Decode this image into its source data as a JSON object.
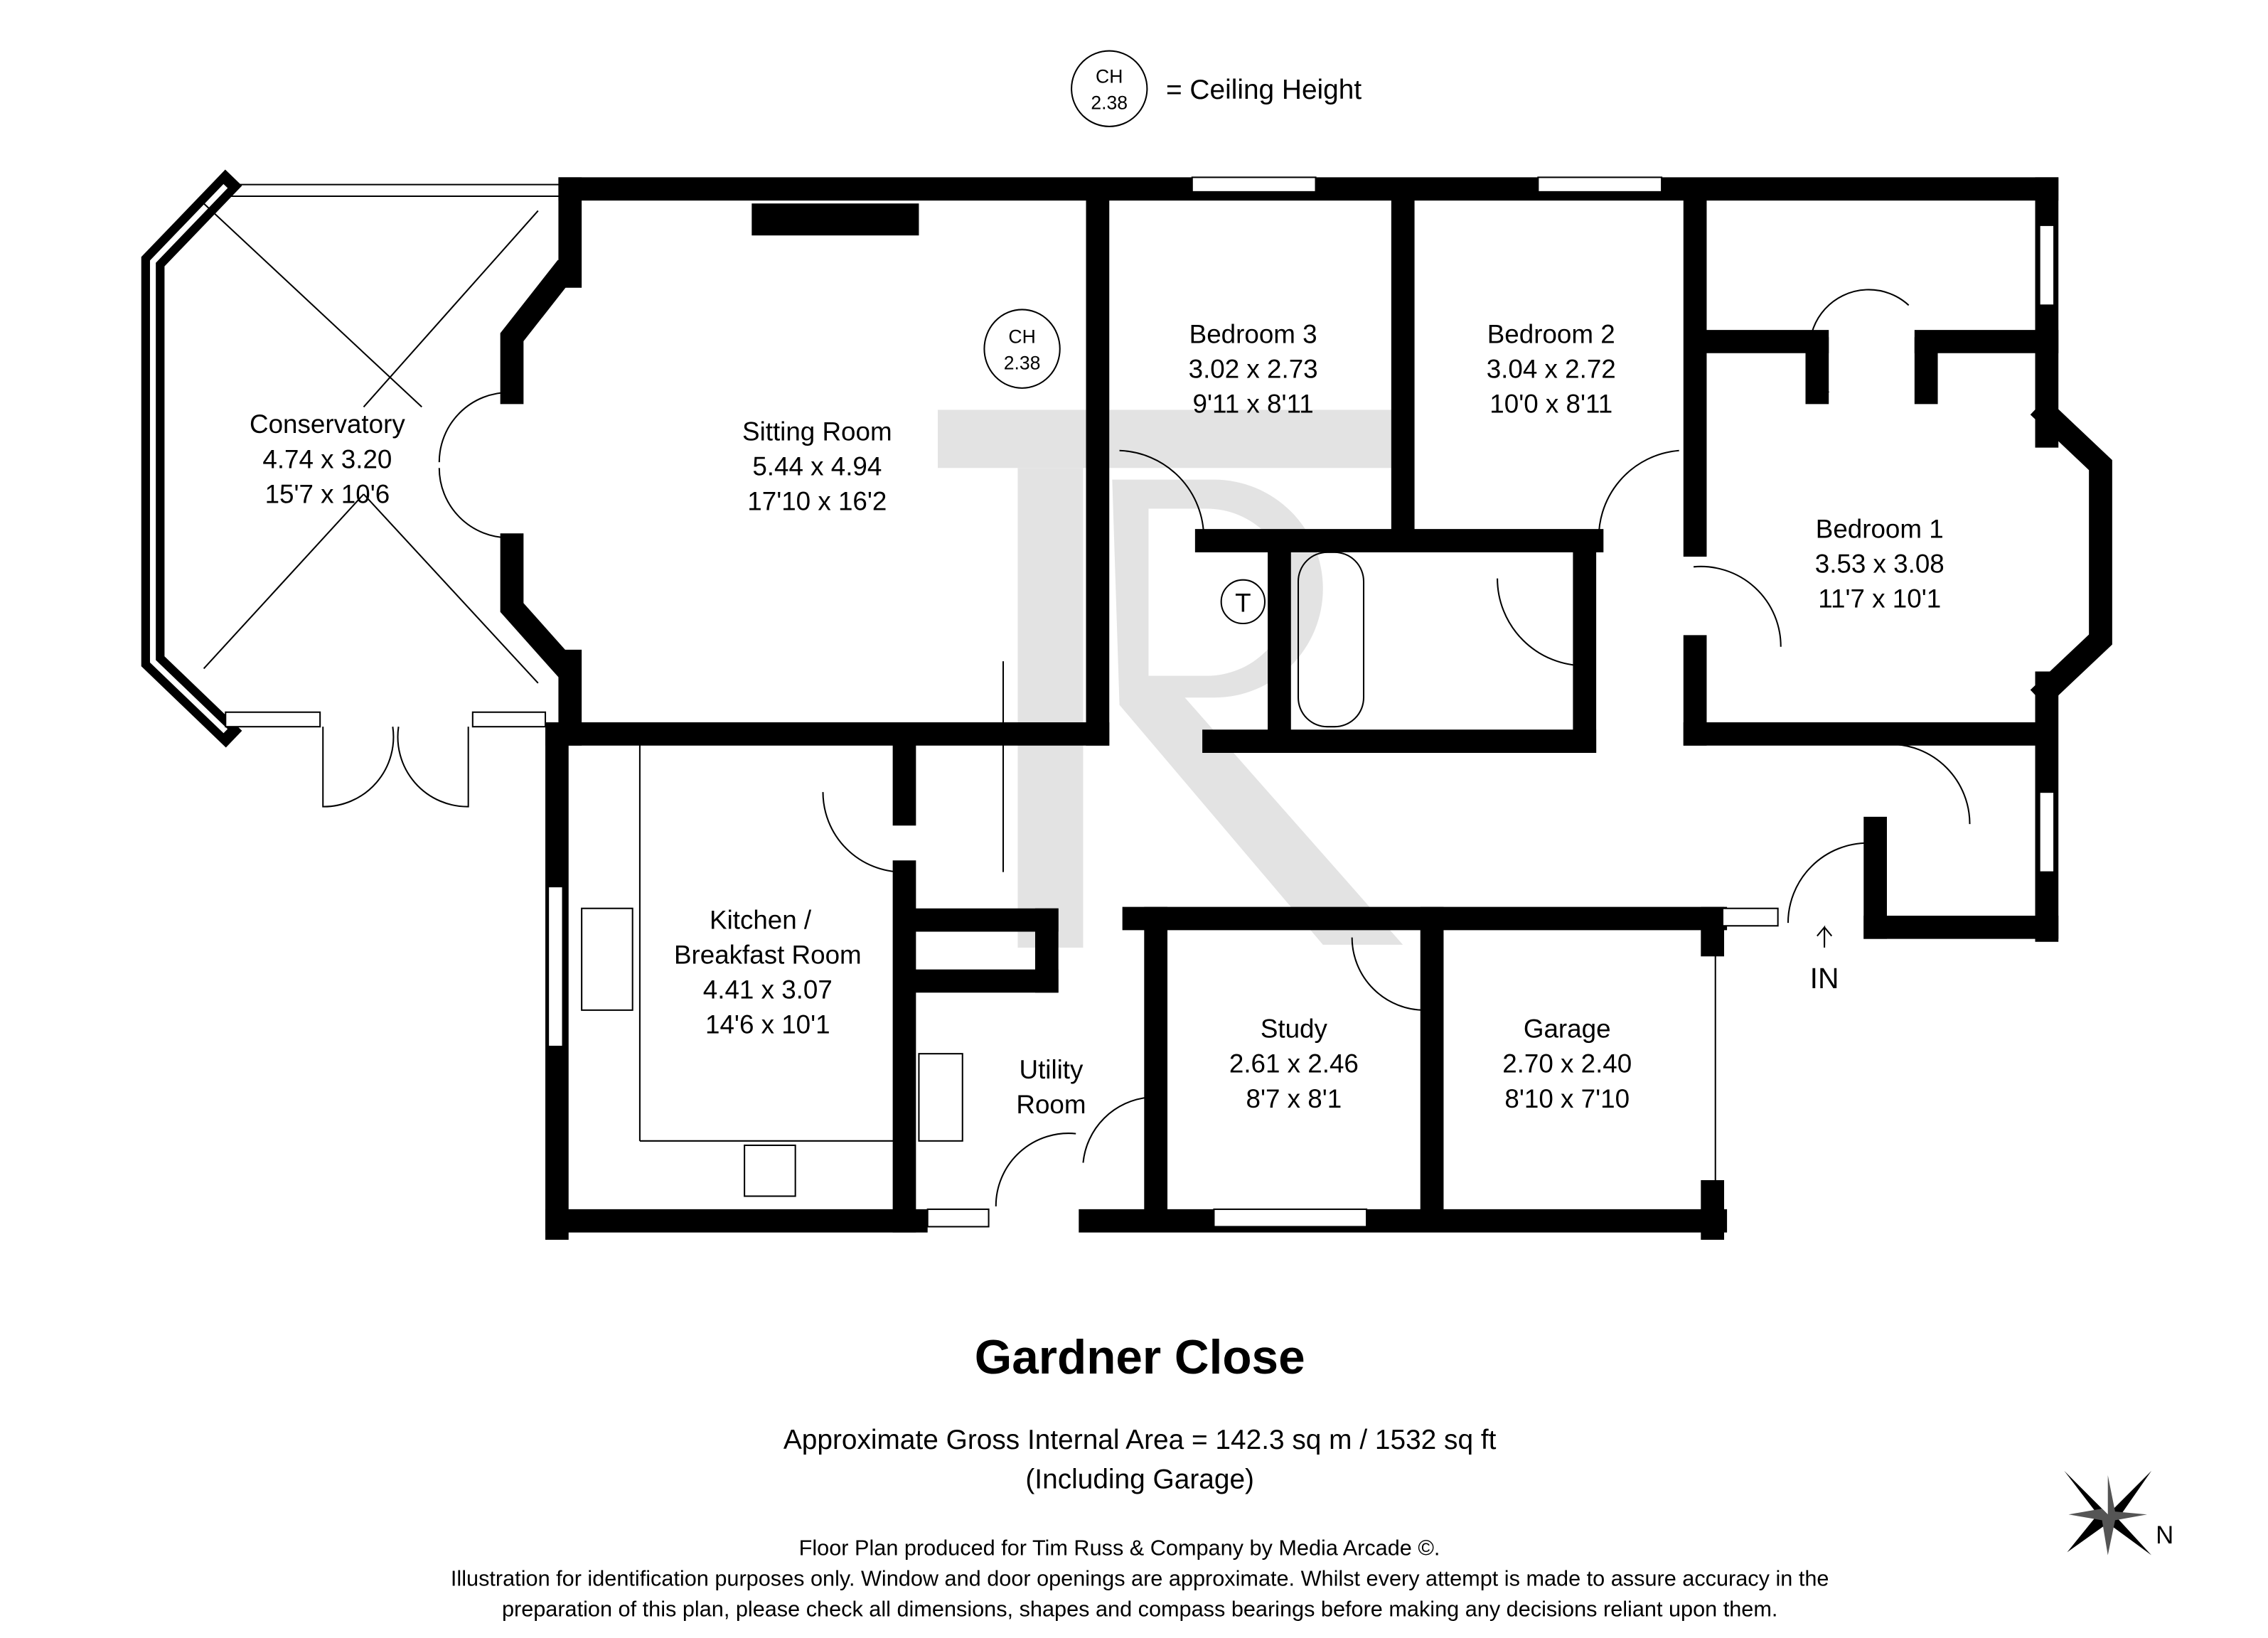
{
  "legend": {
    "ch_label": "CH",
    "ch_value": "2.38",
    "meaning": "= Ceiling Height"
  },
  "rooms": [
    {
      "name": "Conservatory",
      "metric": "4.74 x 3.20",
      "imperial": "15'7 x 10'6"
    },
    {
      "name": "Sitting Room",
      "metric": "5.44 x 4.94",
      "imperial": "17'10 x 16'2"
    },
    {
      "name": "Bedroom 3",
      "metric": "3.02 x 2.73",
      "imperial": "9'11 x 8'11"
    },
    {
      "name": "Bedroom 2",
      "metric": "3.04 x 2.72",
      "imperial": "10'0 x 8'11"
    },
    {
      "name": "Bedroom 1",
      "metric": "3.53 x 3.08",
      "imperial": "11'7 x 10'1"
    },
    {
      "name_line1": "Kitchen /",
      "name_line2": "Breakfast Room",
      "metric": "4.41 x 3.07",
      "imperial": "14'6 x 10'1"
    },
    {
      "name_line1": "Utility",
      "name_line2": "Room"
    },
    {
      "name": "Study",
      "metric": "2.61 x 2.46",
      "imperial": "8'7 x 8'1"
    },
    {
      "name": "Garage",
      "metric": "2.70 x 2.40",
      "imperial": "8'10 x 7'10"
    }
  ],
  "ceiling_marker": {
    "label": "CH",
    "value": "2.38"
  },
  "tank_marker": "T",
  "entrance": "IN",
  "title": "Gardner Close",
  "area": "Approximate Gross Internal Area = 142.3 sq m / 1532 sq ft",
  "area_note": "(Including Garage)",
  "credit": "Floor Plan produced for Tim Russ & Company by Media Arcade ©.",
  "disclaimer_line1": "Illustration for identification purposes only. Window and door openings are approximate. Whilst every attempt is made to assure accuracy in the",
  "disclaimer_line2": "preparation of this plan, please check all dimensions, shapes and compass bearings before making any decisions reliant upon them.",
  "compass_label": "N"
}
